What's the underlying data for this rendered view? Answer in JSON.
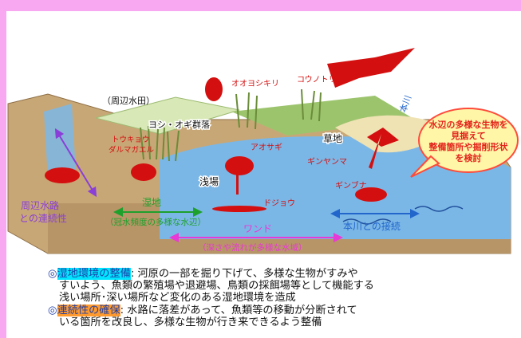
{
  "colors": {
    "frame": "#f7a8f0",
    "water": "#7bb7e6",
    "silhouette": "#d40f0f",
    "callout_fill": "#fff6a8",
    "callout_border": "#ff4a3a",
    "callout_text": "#e3231b",
    "green_label": "#1ea02c",
    "pink_label": "#e838d6",
    "blue_label": "#2266cc"
  },
  "labels": {
    "paddy": "（周辺水田）",
    "reeds": "ヨシ・オギ群落",
    "toukyou": "トウキョウ",
    "daruma": "ダルマガエル",
    "asaba": "浅場",
    "aosagi": "アオサギ",
    "ooyoshikiri": "オオヨシキリ",
    "kounotori": "コウノトリ",
    "kusachi": "草地",
    "ginyanma": "ギンヤンマ",
    "ginbuna": "ギンブナ",
    "dojou": "ドジョウ",
    "mainriver": "本川",
    "side_channel_1": "周辺水路",
    "side_channel_2": "との連続性",
    "wetland": "湿地",
    "wetland_sub": "（冠水頻度の多様な水辺）",
    "wando": "ワンド",
    "wando_sub": "（深さや流れが多様な水域）",
    "connection": "本川との接続"
  },
  "callout": {
    "line1": "水辺の多様な生物を",
    "line2": "見据えて",
    "line3": "整備箇所や掘削形状",
    "line4": "を検討"
  },
  "notes": {
    "n1_mark": "◎",
    "n1_title": "湿地環境の整備",
    "n1_text": ": 河原の一部を掘り下げて、多様な生物がすみや",
    "n1_line2": "すいよう、魚類の繁殖場や退避場、鳥類の採餌場等として機能する",
    "n1_line3": "浅い場所･深い場所など変化のある湿地環境を造成",
    "n2_mark": "◎",
    "n2_title": "連続性の確保",
    "n2_text": ": 水路に落差があって、魚類等の移動が分断されて",
    "n2_line2": "いる箇所を改良し、多様な生物が行き来できるよう整備"
  }
}
